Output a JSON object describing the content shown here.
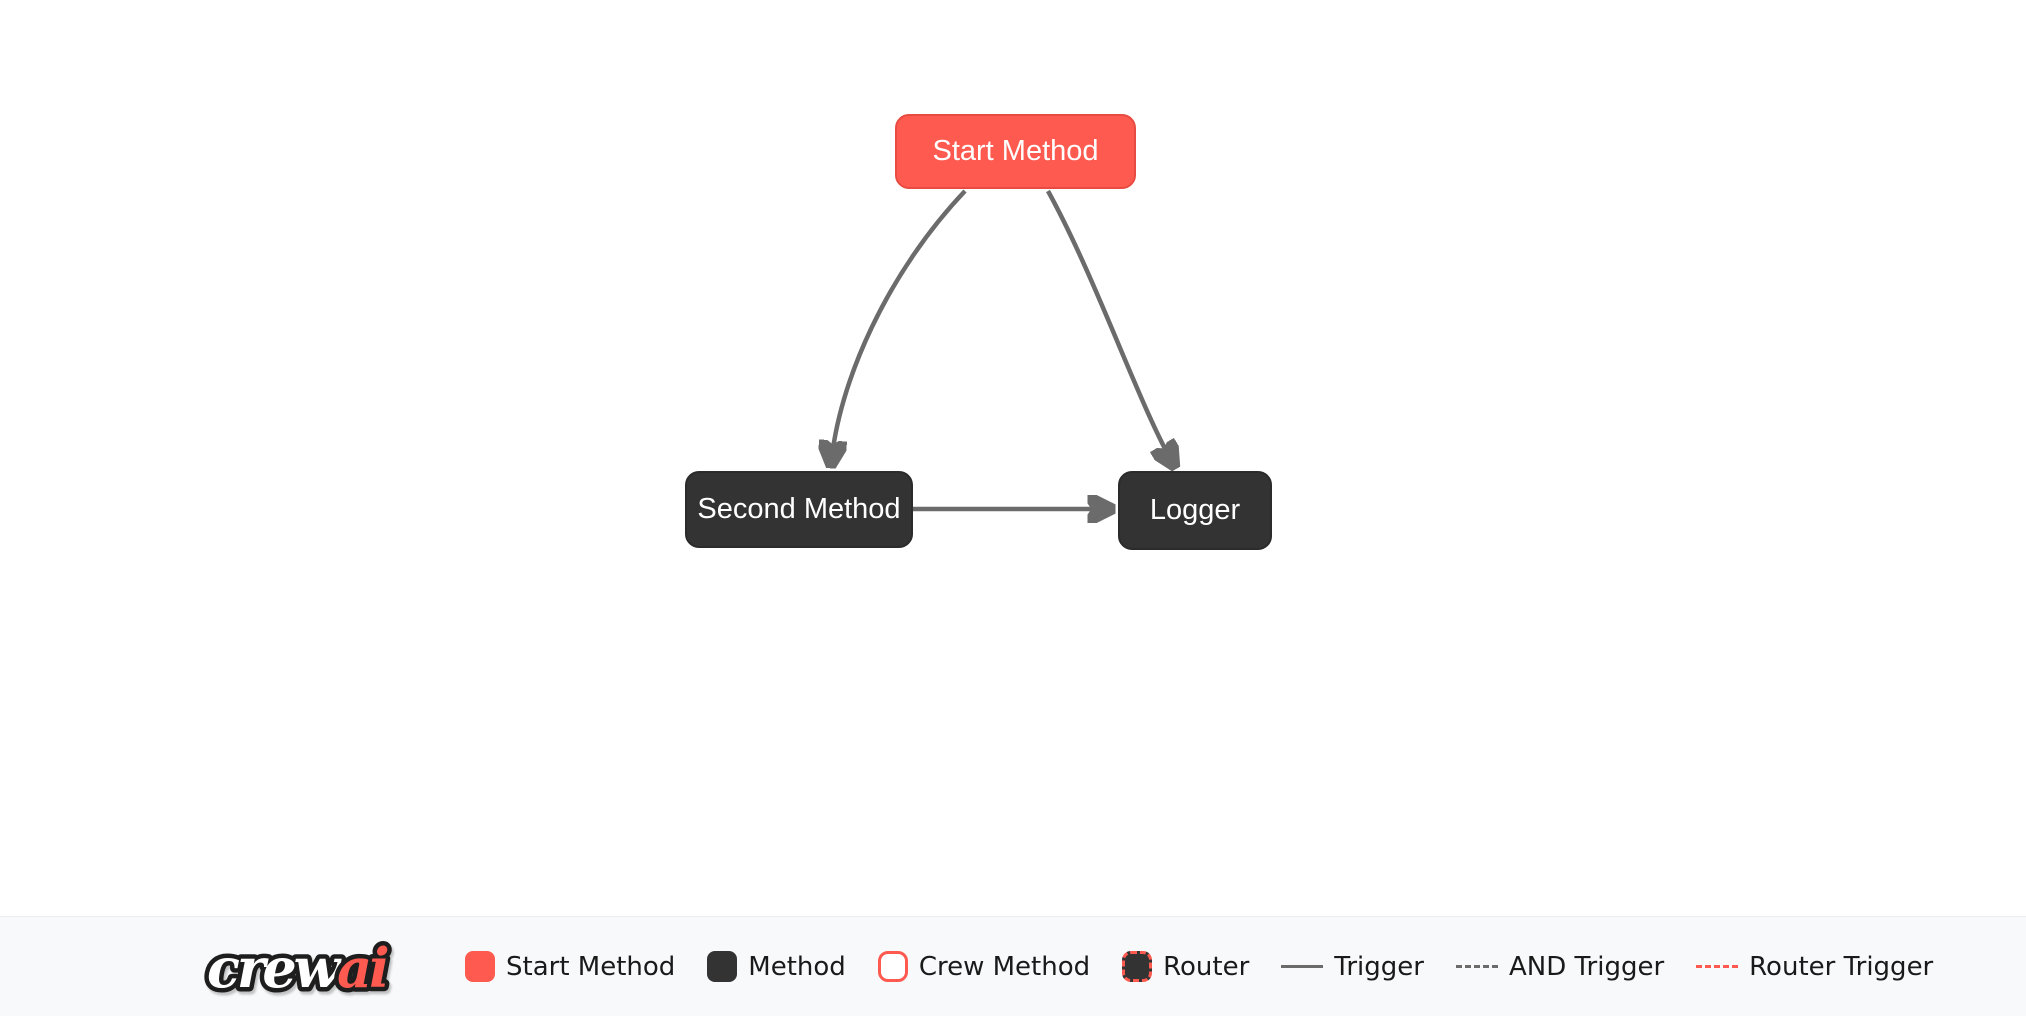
{
  "diagram": {
    "nodes": [
      {
        "label": "Start Method",
        "type": "start-method"
      },
      {
        "label": "Second Method",
        "type": "method"
      },
      {
        "label": "Logger",
        "type": "method"
      }
    ],
    "edges": [
      {
        "from": "Start Method",
        "to": "Second Method",
        "type": "trigger"
      },
      {
        "from": "Start Method",
        "to": "Logger",
        "type": "trigger"
      },
      {
        "from": "Second Method",
        "to": "Logger",
        "type": "trigger"
      }
    ]
  },
  "legend": {
    "logo": {
      "crew": "crew",
      "ai": "ai"
    },
    "items": [
      {
        "label": "Start Method",
        "swatch": "start",
        "kind": "box"
      },
      {
        "label": "Method",
        "swatch": "method",
        "kind": "box"
      },
      {
        "label": "Crew Method",
        "swatch": "crew",
        "kind": "box"
      },
      {
        "label": "Router",
        "swatch": "router",
        "kind": "box"
      },
      {
        "label": "Trigger",
        "swatch": "line-solid",
        "kind": "line"
      },
      {
        "label": "AND Trigger",
        "swatch": "line-dashed",
        "kind": "line"
      },
      {
        "label": "Router Trigger",
        "swatch": "line-dashed-red",
        "kind": "line"
      }
    ]
  },
  "colors": {
    "start_node": "#FF5A50",
    "method_node": "#333333",
    "node_text": "#ffffff",
    "edge": "#6b6b6b",
    "router_edge": "#FF5A50",
    "canvas_bg": "#ffffff",
    "legend_bg": "#f8f9fa",
    "legend_text": "#1a1a1a"
  }
}
